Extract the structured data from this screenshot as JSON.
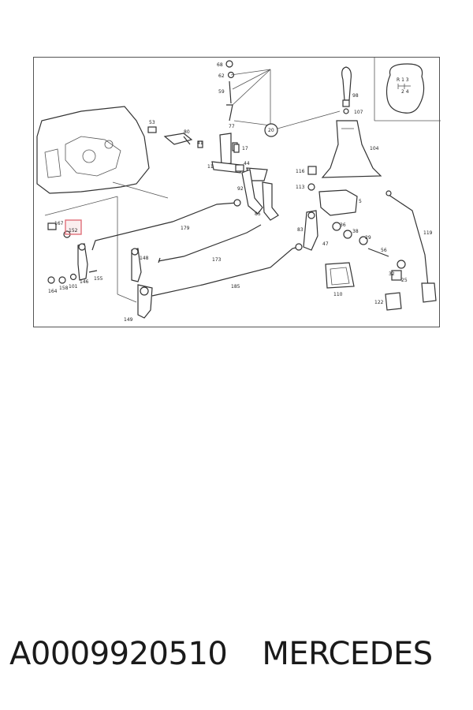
{
  "diagram": {
    "callouts": {
      "c68": "68",
      "c62": "62",
      "c59": "59",
      "c77": "77",
      "c20": "20",
      "c53": "53",
      "c80": "80",
      "c41": "41",
      "c17": "17",
      "c11": "11",
      "c44": "44",
      "c92": "92",
      "c85": "85",
      "c167": "167",
      "c152": "152",
      "c179": "179",
      "c148": "148",
      "c173": "173",
      "c155": "155",
      "c146": "146",
      "c101": "101",
      "c158": "158",
      "c164": "164",
      "c185": "185",
      "c149": "149",
      "c98": "98",
      "c107": "107",
      "c104": "104",
      "c116": "116",
      "c113": "113",
      "c5": "5",
      "c83": "83",
      "c47": "47",
      "c36": "36",
      "c38": "38",
      "c29": "29",
      "c56": "56",
      "c32": "32",
      "c25": "25",
      "c110": "110",
      "c122": "122",
      "c119": "119"
    },
    "shift_pattern": {
      "top": "R 1 3",
      "bottom": "2 4"
    },
    "highlight_color": "#e0707a"
  },
  "caption": {
    "part_number": "A0009920510",
    "brand": "MERCEDES"
  }
}
